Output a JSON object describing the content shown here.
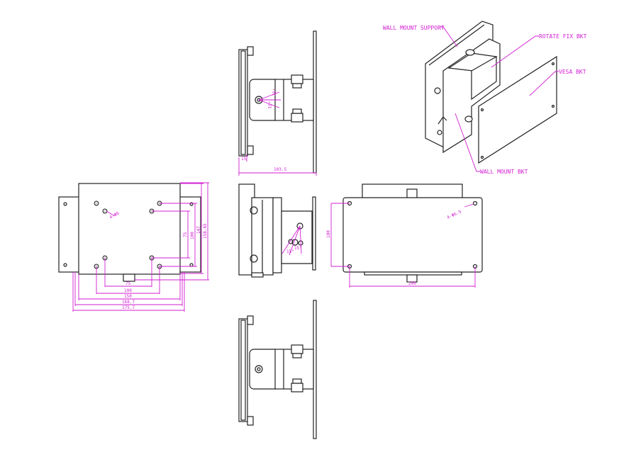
{
  "callouts": {
    "wall_mount_support": "WALL MOUNT SUPPORT",
    "rotate_fix_bkt": "ROTATE FIX BKT",
    "vesa_bkt": "VESA BKT",
    "wall_mount_bkt": "WALL MOUNT BKT"
  },
  "side_view_top": {
    "width_dim": "103.5",
    "offset_dim": "15",
    "angle_up": "15°",
    "angle_down": "15°"
  },
  "front_view": {
    "hole_label": "4-Φ6",
    "h_dims": [
      "75",
      "100",
      "150",
      "168.7",
      "175.7"
    ],
    "v_dims": [
      "75",
      "100",
      "147",
      "158.65"
    ]
  },
  "side_view_middle": {
    "angle_a": "15°",
    "angle_b": "15°"
  },
  "vesa_view": {
    "hole_label": "4-Φ6.5",
    "height_dim": "100",
    "width_dim": "200"
  },
  "colors": {
    "dimension": "#d21ed2",
    "line": "#222222"
  }
}
